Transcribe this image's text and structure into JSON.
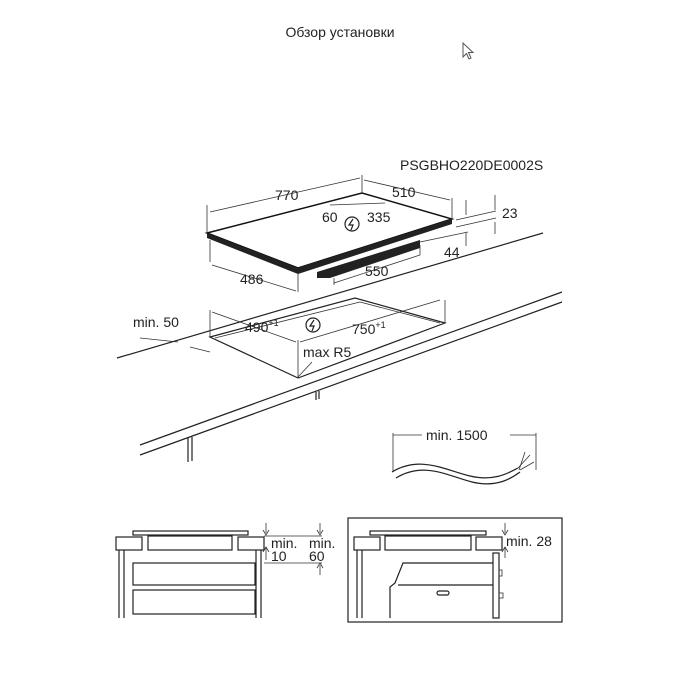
{
  "title": "Обзор установки",
  "model_code": "PSGBHO220DE0002S",
  "hob_dimensions": {
    "width": "770",
    "depth": "510",
    "offset": "60",
    "connection": "335",
    "height_total": "23",
    "underside_height": "44",
    "box_width": "550",
    "box_depth": "486"
  },
  "cutout": {
    "min_edge": "min. 50",
    "depth": "490",
    "depth_tol": "+1",
    "width": "750",
    "width_tol": "+1",
    "radius": "max R5"
  },
  "cable": {
    "length": "min. 1500"
  },
  "clearances": {
    "min_label": "min.",
    "min10": "10",
    "min60": "60",
    "min28": "min. 28"
  },
  "icons": [
    "electric-connection-icon",
    "mouse-cursor-icon"
  ]
}
